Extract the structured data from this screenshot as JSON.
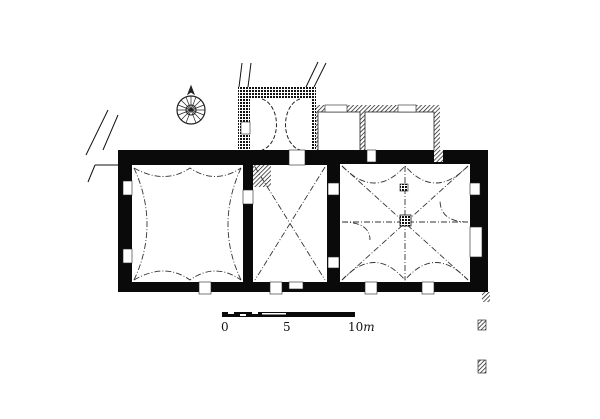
{
  "scale_bar": {
    "tick_0": "0",
    "tick_5": "5",
    "tick_10": "10",
    "unit": "m"
  },
  "colors": {
    "wall": "#0a0a0a",
    "background": "#ffffff",
    "line": "#222222"
  },
  "icons": [
    "compass-rose-icon",
    "hatched-legend-swatch",
    "crosshatched-legend-swatch"
  ]
}
